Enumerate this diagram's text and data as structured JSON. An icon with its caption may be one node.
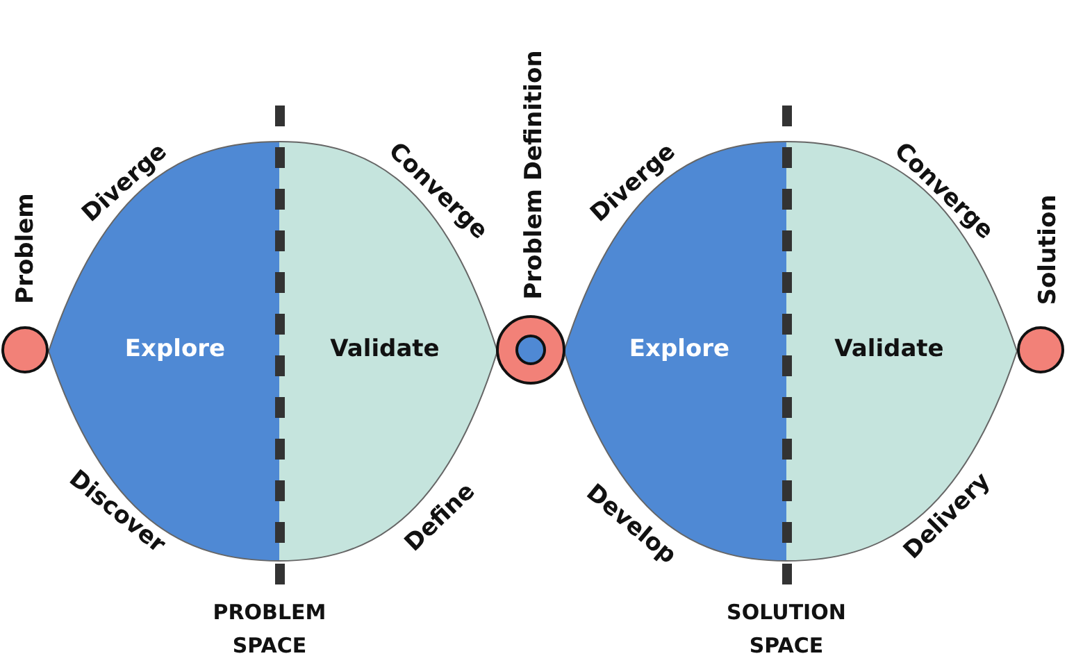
{
  "diagram": {
    "nodes": [
      {
        "text": [],
        "shape": "circle"
      },
      {
        "text": [
          "Explore"
        ],
        "beside": [
          "Diverge",
          "Discover"
        ]
      },
      {
        "text": [
          "Validate"
        ],
        "beside": [
          "Converge",
          "Define"
        ]
      },
      {
        "text": [],
        "shape": "circle"
      },
      {
        "text": [
          "Explore"
        ],
        "beside": [
          "Diverge",
          "Develop"
        ]
      },
      {
        "text": [
          "Validate"
        ],
        "beside": [
          "Converge",
          "Delivery"
        ]
      },
      {
        "text": [],
        "shape": "circle"
      }
    ],
    "labels": [
      "Problem",
      "Problem Definition",
      "Solution",
      "PROBLEM SPACE",
      "SOLUTION SPACE"
    ]
  }
}
